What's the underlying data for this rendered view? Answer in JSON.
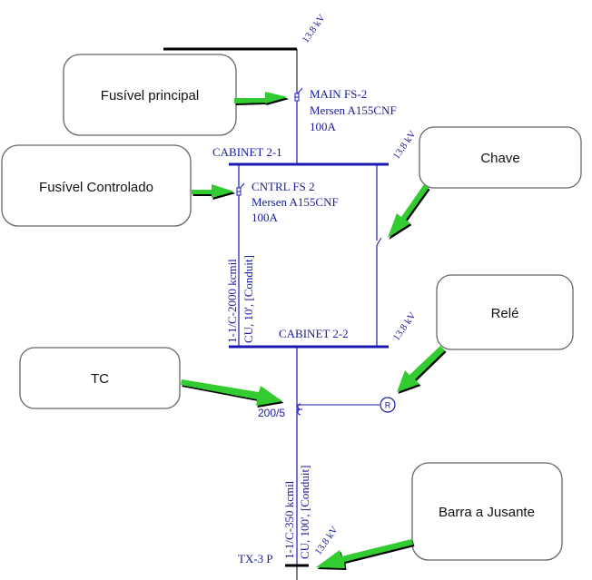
{
  "colors": {
    "wire": "#1a1ab0",
    "bus": "#1a1ab0",
    "utility_bus": "#000000",
    "label": "#1a1a9c",
    "arrow_fill": "#33cc33",
    "arrow_shadow": "#000000",
    "callout_border": "#666666"
  },
  "callouts": {
    "main_fuse": "Fusível principal",
    "control_fuse": "Fusível Controlado",
    "switch": "Chave",
    "relay": "Relé",
    "ct": "TC",
    "downstream_bus": "Barra a Jusante"
  },
  "voltages": {
    "utility": "13.8 kV",
    "cabinet_2_1": "13.8 kV",
    "cabinet_2_2": "13.8 kV",
    "tx3": "13.8 kV"
  },
  "buses": {
    "cabinet_2_1": "CABINET 2-1",
    "cabinet_2_2": "CABINET 2-2",
    "tx3": "TX-3 P"
  },
  "main_fuse": {
    "name": "MAIN FS-2",
    "model": "Mersen A155CNF",
    "rating": "100A"
  },
  "control_fuse": {
    "name": "CNTRL FS 2",
    "model": "Mersen A155CNF",
    "rating": "100A"
  },
  "cable_1": {
    "size": "1-1/C-2000 kcmil",
    "spec": "CU, 10', [Conduit]"
  },
  "cable_2": {
    "size": "1-1/C-350 kcmil",
    "spec": "CU, 100', [Conduit]"
  },
  "ct": {
    "ratio": "200/5"
  },
  "relay": {
    "symbol": "R"
  }
}
